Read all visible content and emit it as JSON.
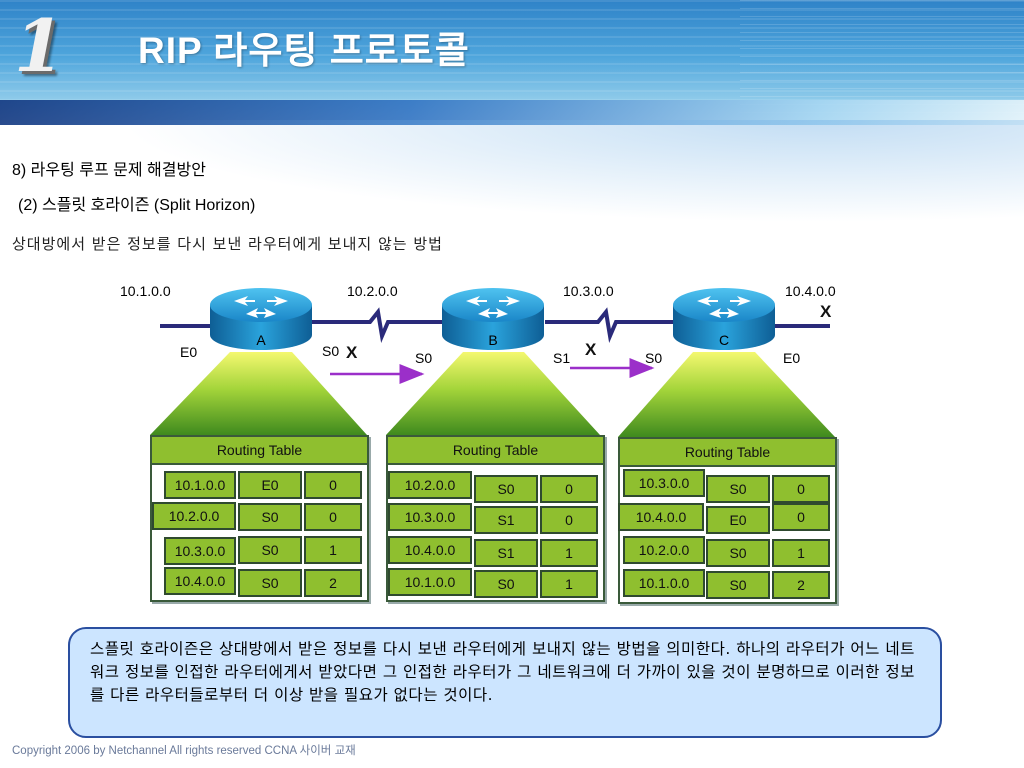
{
  "slide": {
    "number_logo": "1",
    "title": "RIP 라우팅 프로토콜",
    "heading1": "8) 라우팅 루프 문제 해결방안",
    "heading2": "(2) 스플릿 호라이즌 (Split Horizon)",
    "description": "상대방에서 받은 정보를 다시 보낸 라우터에게 보내지 않는 방법",
    "footer": "Copyright 2006 by Netchannel All rights reserved CCNA 사이버 교재"
  },
  "networks": [
    "10.1.0.0",
    "10.2.0.0",
    "10.3.0.0",
    "10.4.0.0"
  ],
  "routers": [
    {
      "name": "A",
      "ports": {
        "left": "E0",
        "right": "S0"
      }
    },
    {
      "name": "B",
      "ports": {
        "left": "S0",
        "right": "S1"
      }
    },
    {
      "name": "C",
      "ports": {
        "left": "S0",
        "right": "E0"
      }
    }
  ],
  "block_marks": {
    "a_right": "X",
    "b_right": "X",
    "c_right": "X"
  },
  "tables": [
    {
      "caption": "Routing Table",
      "rows": [
        {
          "net": "10.1.0.0",
          "port": "E0",
          "hops": "0"
        },
        {
          "net": "10.2.0.0",
          "port": "S0",
          "hops": "0"
        },
        {
          "net": "10.3.0.0",
          "port": "S0",
          "hops": "1"
        },
        {
          "net": "10.4.0.0",
          "port": "S0",
          "hops": "2"
        }
      ]
    },
    {
      "caption": "Routing Table",
      "rows": [
        {
          "net": "10.2.0.0",
          "port": "S0",
          "hops": "0"
        },
        {
          "net": "10.3.0.0",
          "port": "S1",
          "hops": "0"
        },
        {
          "net": "10.4.0.0",
          "port": "S1",
          "hops": "1"
        },
        {
          "net": "10.1.0.0",
          "port": "S0",
          "hops": "1"
        }
      ]
    },
    {
      "caption": "Routing Table",
      "rows": [
        {
          "net": "10.3.0.0",
          "port": "S0",
          "hops": "0"
        },
        {
          "net": "10.4.0.0",
          "port": "E0",
          "hops": "0"
        },
        {
          "net": "10.2.0.0",
          "port": "S0",
          "hops": "1"
        },
        {
          "net": "10.1.0.0",
          "port": "S0",
          "hops": "2"
        }
      ]
    }
  ],
  "note": "스플릿 호라이즌은 상대방에서 받은 정보를 다시 보낸 라우터에게 보내지 않는 방법을 의미한다. 하나의 라우터가 어느 네트워크 정보를 인접한 라우터에게서 받았다면 그 인접한 라우터가 그 네트워크에 더 가까이 있을 것이 분명하므로 이러한 정보를 다른 라우터들로부터 더 이상 받을 필요가 없다는 것이다.",
  "colors": {
    "table_green": "#8fbf2f",
    "note_bg": "#cce5ff",
    "arrow": "#9b2fc9",
    "router": "#1a9ad6"
  }
}
